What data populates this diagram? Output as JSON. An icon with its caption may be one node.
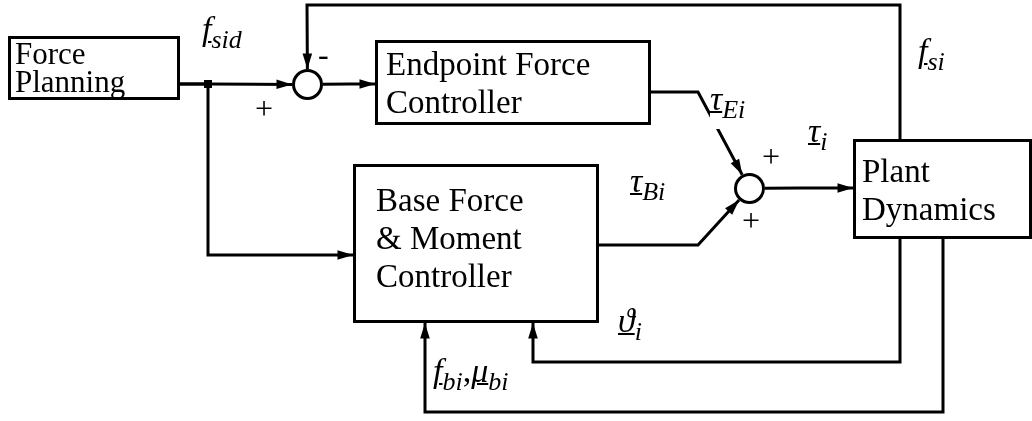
{
  "diagram": {
    "nodes": [
      {
        "text": [
          "Force Planning"
        ]
      },
      {
        "text": [],
        "shape": "circle"
      },
      {
        "text": [
          "Endpoint Force Controller"
        ]
      },
      {
        "text": [
          "Base Force & Moment Controller"
        ]
      },
      {
        "text": [],
        "shape": "circle"
      },
      {
        "text": [
          "Plant Dynamics"
        ]
      }
    ],
    "edges": [
      {
        "from": 0,
        "to": 1,
        "arrow": "to",
        "label": "*f*$_{sid}$"
      },
      {
        "from": 0,
        "to": 3,
        "arrow": "to"
      },
      {
        "from": 1,
        "to": 2,
        "arrow": "to"
      },
      {
        "from": 5,
        "to": 1,
        "arrow": "to",
        "label": "*f*$_{si}$"
      },
      {
        "from": 2,
        "to": 4,
        "arrow": "to",
        "label": "*τ*$_{Ei}$"
      },
      {
        "from": 3,
        "to": 4,
        "arrow": "to",
        "label": "*τ*$_{Bi}$"
      },
      {
        "from": 4,
        "to": 5,
        "arrow": "to",
        "label": "*τ*$_{i}$"
      },
      {
        "from": 5,
        "to": 3,
        "arrow": "to",
        "label": "*ϑ*$_{i}$"
      },
      {
        "from": 5,
        "to": 3,
        "arrow": "to",
        "label": "*f*$_{bi}$,*μ*$_{bi}$"
      }
    ],
    "labels": [
      "-",
      "+",
      "+",
      "+"
    ]
  }
}
